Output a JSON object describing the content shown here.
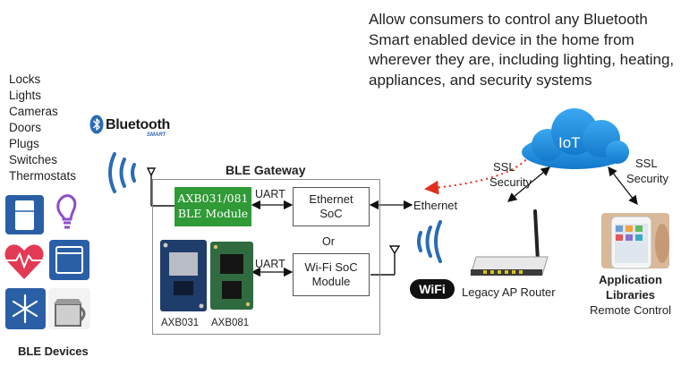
{
  "tagline": "Allow consumers to control any Bluetooth Smart enabled device in the home from wherever they are, including lighting, heating, appliances, and security systems",
  "device_list": [
    "Locks",
    "Lights",
    "Cameras",
    "Doors",
    "Plugs",
    "Switches",
    "Thermostats"
  ],
  "bluetooth": {
    "word": "Bluetooth",
    "sub": "SMART"
  },
  "gateway": {
    "title": "BLE Gateway",
    "module": {
      "line1": "AXB031/081",
      "line2": "BLE Module"
    },
    "ethernet_soc": {
      "line1": "Ethernet",
      "line2": "SoC"
    },
    "wifi_soc": {
      "line1": "Wi-Fi SoC",
      "line2": "Module"
    },
    "uart_top": "UART",
    "uart_bottom": "UART",
    "or_label": "Or",
    "pcb_left": "AXB031",
    "pcb_right": "AXB081"
  },
  "ethernet_label": "Ethernet",
  "wifi_logo": "WiFi",
  "ble_devices_label": "BLE Devices",
  "ssl_left": {
    "line1": "SSL",
    "line2": "Security"
  },
  "ssl_right": {
    "line1": "SSL",
    "line2": "Security"
  },
  "cloud_label": "IoT",
  "router_label": "Legacy AP Router",
  "app": {
    "line1": "Application",
    "line2": "Libraries",
    "line3": "Remote Control"
  },
  "colors": {
    "bluetooth_blue": "#2b6cb4",
    "module_green": "#2f9a36",
    "cloud_blue": "#1e8fe0",
    "dashed_red": "#e0301e",
    "tile_blue": "#2a5fa6"
  },
  "icons": [
    "fridge-icon",
    "lightbulb-icon",
    "heart-icon",
    "oven-icon",
    "snowflake-icon",
    "kettle-icon",
    "bluetooth-icon",
    "wifi-icon",
    "cloud-icon",
    "router-icon",
    "phone-icon"
  ]
}
